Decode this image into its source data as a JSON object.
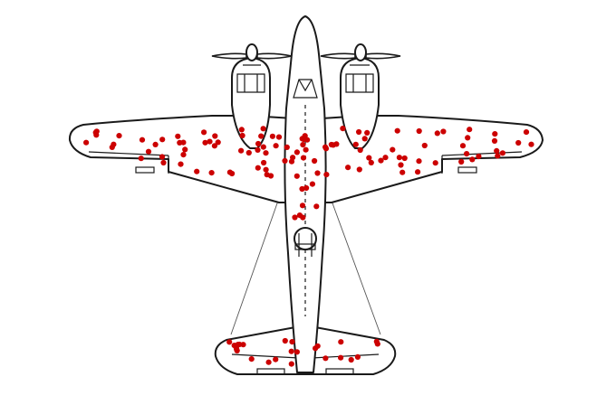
{
  "figure": {
    "subject": "twin-engine-bomber",
    "colors": {
      "outline": "#1a1a1a",
      "fill": "#ffffff",
      "damage": "#cc0000"
    }
  },
  "damage_marks": {
    "wings": 96,
    "fuselage": 21,
    "tail": 25
  }
}
